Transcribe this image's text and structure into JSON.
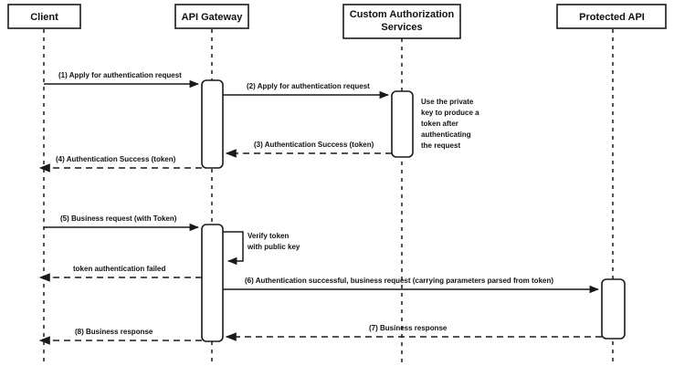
{
  "diagram": {
    "title": "API Gateway token authentication sequence",
    "type": "uml-sequence-diagram",
    "colors": {
      "background": "#ffffff",
      "stroke": "#1a1a1a",
      "text": "#111111"
    },
    "participants": [
      {
        "id": "client",
        "label": "Client"
      },
      {
        "id": "api_gateway",
        "label": "API Gateway"
      },
      {
        "id": "custom_auth",
        "label": "Custom Authorization Services",
        "line1": "Custom Authorization",
        "line2": "Services"
      },
      {
        "id": "protected_api",
        "label": "Protected API"
      }
    ],
    "messages": [
      {
        "seq": "1",
        "label": "(1) Apply for authentication request",
        "from": "client",
        "to": "api_gateway",
        "style": "solid"
      },
      {
        "seq": "2",
        "label": "(2) Apply for authentication request",
        "from": "api_gateway",
        "to": "custom_auth",
        "style": "solid"
      },
      {
        "seq": "3",
        "label": "(3) Authentication Success (token)",
        "from": "custom_auth",
        "to": "api_gateway",
        "style": "dashed"
      },
      {
        "seq": "4",
        "label": "(4) Authentication Success (token)",
        "from": "api_gateway",
        "to": "client",
        "style": "dashed"
      },
      {
        "seq": "5",
        "label": "(5) Business request (with Token)",
        "from": "client",
        "to": "api_gateway",
        "style": "solid"
      },
      {
        "seq": "self",
        "label": "Verify token with public key",
        "line1": "Verify token",
        "line2": "with public key",
        "from": "api_gateway",
        "to": "api_gateway",
        "style": "self"
      },
      {
        "seq": "fail",
        "label": "token authentication failed",
        "from": "api_gateway",
        "to": "client",
        "style": "dashed"
      },
      {
        "seq": "6",
        "label": "(6) Authentication successful, business request (carrying parameters parsed from token)",
        "from": "api_gateway",
        "to": "protected_api",
        "style": "solid"
      },
      {
        "seq": "7",
        "label": "(7) Business response",
        "from": "protected_api",
        "to": "api_gateway",
        "style": "dashed"
      },
      {
        "seq": "8",
        "label": "(8) Business response",
        "from": "api_gateway",
        "to": "client",
        "style": "dashed"
      }
    ],
    "notes": [
      {
        "id": "private-key-note",
        "attached_to": "custom_auth",
        "label": "Use the private key to produce a token after authenticating the request",
        "lines": [
          "Use the private",
          "key to produce a",
          "token after",
          "authenticating",
          "the request"
        ]
      }
    ]
  }
}
